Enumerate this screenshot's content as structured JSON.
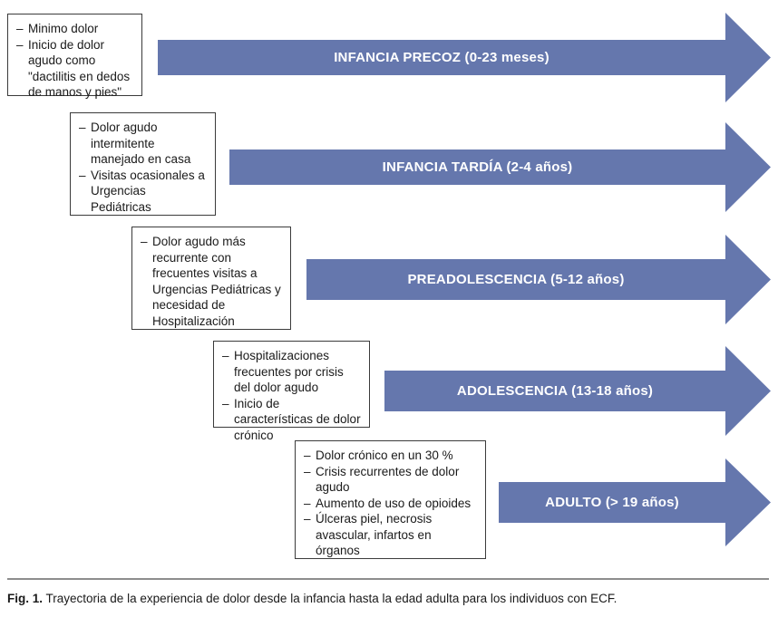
{
  "figure": {
    "caption_label": "Fig. 1.",
    "caption_body": "Trayectoria de la experiencia de dolor desde la infancia hasta la edad adulta para los individuos con ECF.",
    "arrow_color": "#6577AD",
    "arrow_text_color": "#FFFFFF",
    "box_border_color": "#3B3B3B",
    "box_text_color": "#1A1A1A",
    "rule_color": "#8D8D8D"
  },
  "stages": [
    {
      "id": "infancia-precoz",
      "arrow_label": "INFANCIA PRECOZ (0-23 meses)",
      "notes": [
        "Minimo dolor",
        "Inicio de dolor agudo como \"dactilitis en dedos de manos y pies\""
      ]
    },
    {
      "id": "infancia-tardia",
      "arrow_label": "INFANCIA TARDÍA (2-4 años)",
      "notes": [
        "Dolor agudo intermitente manejado en casa",
        "Visitas ocasionales a Urgencias Pediátricas"
      ]
    },
    {
      "id": "preadolescencia",
      "arrow_label": "PREADOLESCENCIA (5-12 años)",
      "notes": [
        "Dolor agudo más recurrente con frecuentes visitas a Urgencias Pediátricas y necesidad de Hospitalización"
      ]
    },
    {
      "id": "adolescencia",
      "arrow_label": "ADOLESCENCIA (13-18 años)",
      "notes": [
        "Hospitalizaciones frecuentes por crisis del dolor agudo",
        "Inicio de características de dolor crónico"
      ]
    },
    {
      "id": "adulto",
      "arrow_label": "ADULTO (> 19 años)",
      "notes": [
        "Dolor crónico en un 30 %",
        "Crisis recurrentes de dolor agudo",
        "Aumento de uso de opioides",
        "Úlceras piel, necrosis avascular, infartos en órganos"
      ]
    }
  ]
}
